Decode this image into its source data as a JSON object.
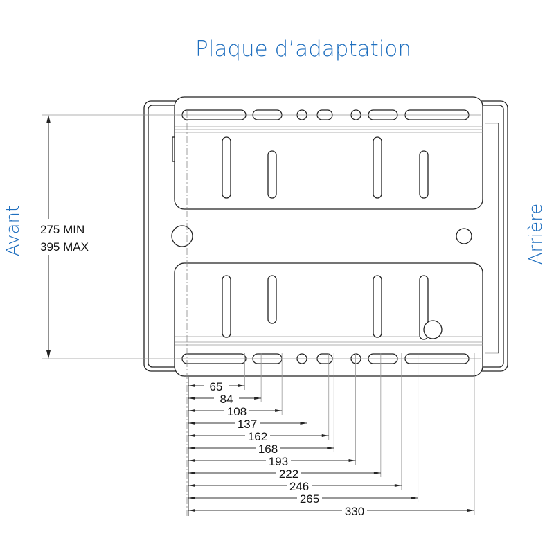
{
  "title": "Plaque d’adaptation",
  "side_left": "Avant",
  "side_right": "Arrière",
  "height_dimension": {
    "min_label": "275 MIN",
    "max_label": "395 MAX"
  },
  "chart_data": {
    "type": "dimension-diagram",
    "unit": "mm",
    "dimensions": [
      65,
      84,
      108,
      137,
      162,
      168,
      193,
      222,
      246,
      265,
      330
    ],
    "labels": [
      "65",
      "84",
      "108",
      "137",
      "162",
      "168",
      "193",
      "222",
      "246",
      "265",
      "330"
    ]
  }
}
